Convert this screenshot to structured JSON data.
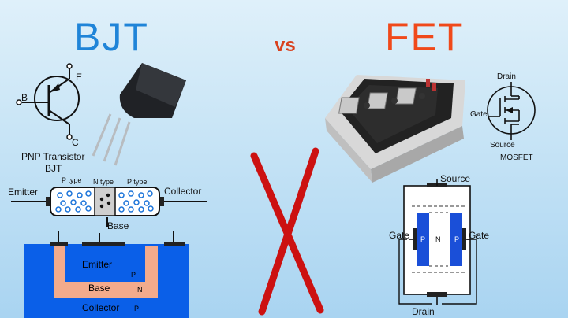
{
  "titles": {
    "bjt": "BJT",
    "vs": "vs",
    "fet": "FET"
  },
  "pnp_symbol": {
    "base": "B",
    "emitter": "E",
    "collector": "C",
    "caption_line1": "PNP Transistor",
    "caption_line2": "BJT"
  },
  "mosfet_symbol": {
    "drain": "Drain",
    "gate": "Gate",
    "source": "Source",
    "caption": "MOSFET"
  },
  "bjt_structure": {
    "emitter": "Emitter",
    "collector": "Collector",
    "base": "Base",
    "p_type_left": "P type",
    "n_type": "N type",
    "p_type_right": "P type"
  },
  "bjt_cross_section": {
    "emitter": "Emitter",
    "base": "Base",
    "collector": "Collector",
    "p1": "P",
    "n": "N",
    "p2": "P"
  },
  "fet_structure": {
    "source": "Source",
    "gate_left": "Gate",
    "gate_right": "Gate",
    "drain": "Drain",
    "p_left": "P",
    "n": "N",
    "p_right": "P"
  },
  "colors": {
    "bjt_blue": "#1f84d8",
    "fet_orange": "#f0491a",
    "cross_red": "#cc1111",
    "silicon_blue": "#0a5fe8",
    "base_salmon": "#f3ab8c"
  }
}
